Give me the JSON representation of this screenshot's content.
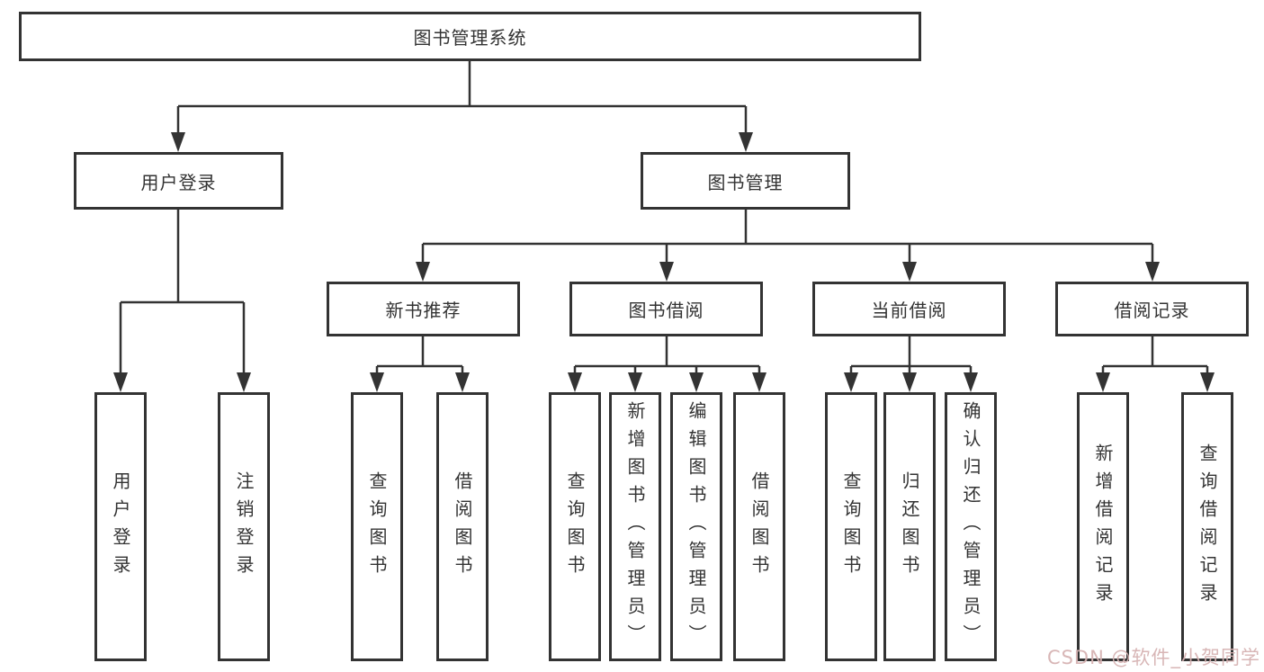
{
  "nodes": {
    "root": "图书管理系统",
    "user_login": "用户登录",
    "book_mgmt": "图书管理",
    "new_book_rec": "新书推荐",
    "book_borrow": "图书借阅",
    "current_borrow": "当前借阅",
    "borrow_records": "借阅记录"
  },
  "leaves": {
    "user_login": [
      "用户登录",
      "注销登录"
    ],
    "new_book_rec": [
      "查询图书",
      "借阅图书"
    ],
    "book_borrow": [
      "查询图书",
      "新增图书（管理员）",
      "编辑图书（管理员）",
      "借阅图书"
    ],
    "current_borrow": [
      "查询图书",
      "归还图书",
      "确认归还（管理员）"
    ],
    "borrow_records": [
      "新增借阅记录",
      "查询借阅记录"
    ]
  },
  "watermark": "CSDN @软件_小贺同学",
  "colors": {
    "line": "#333333",
    "box_border": "#333333",
    "background": "#ffffff",
    "watermark": "#d6b2b2"
  }
}
